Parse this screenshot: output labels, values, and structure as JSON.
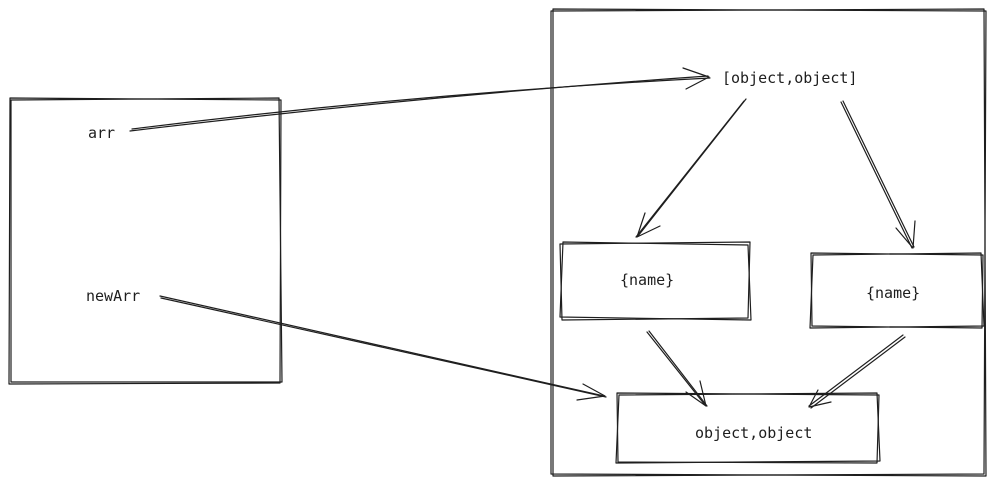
{
  "diagram": {
    "stack": {
      "arr_label": "arr",
      "newarr_label": "newArr"
    },
    "heap": {
      "array_label": "[object,object]",
      "object_left_label": "{name}",
      "object_right_label": "{name}",
      "result_label": "object,object"
    },
    "stroke_color": "#1e1e1e",
    "background_color": "#ffffff"
  }
}
